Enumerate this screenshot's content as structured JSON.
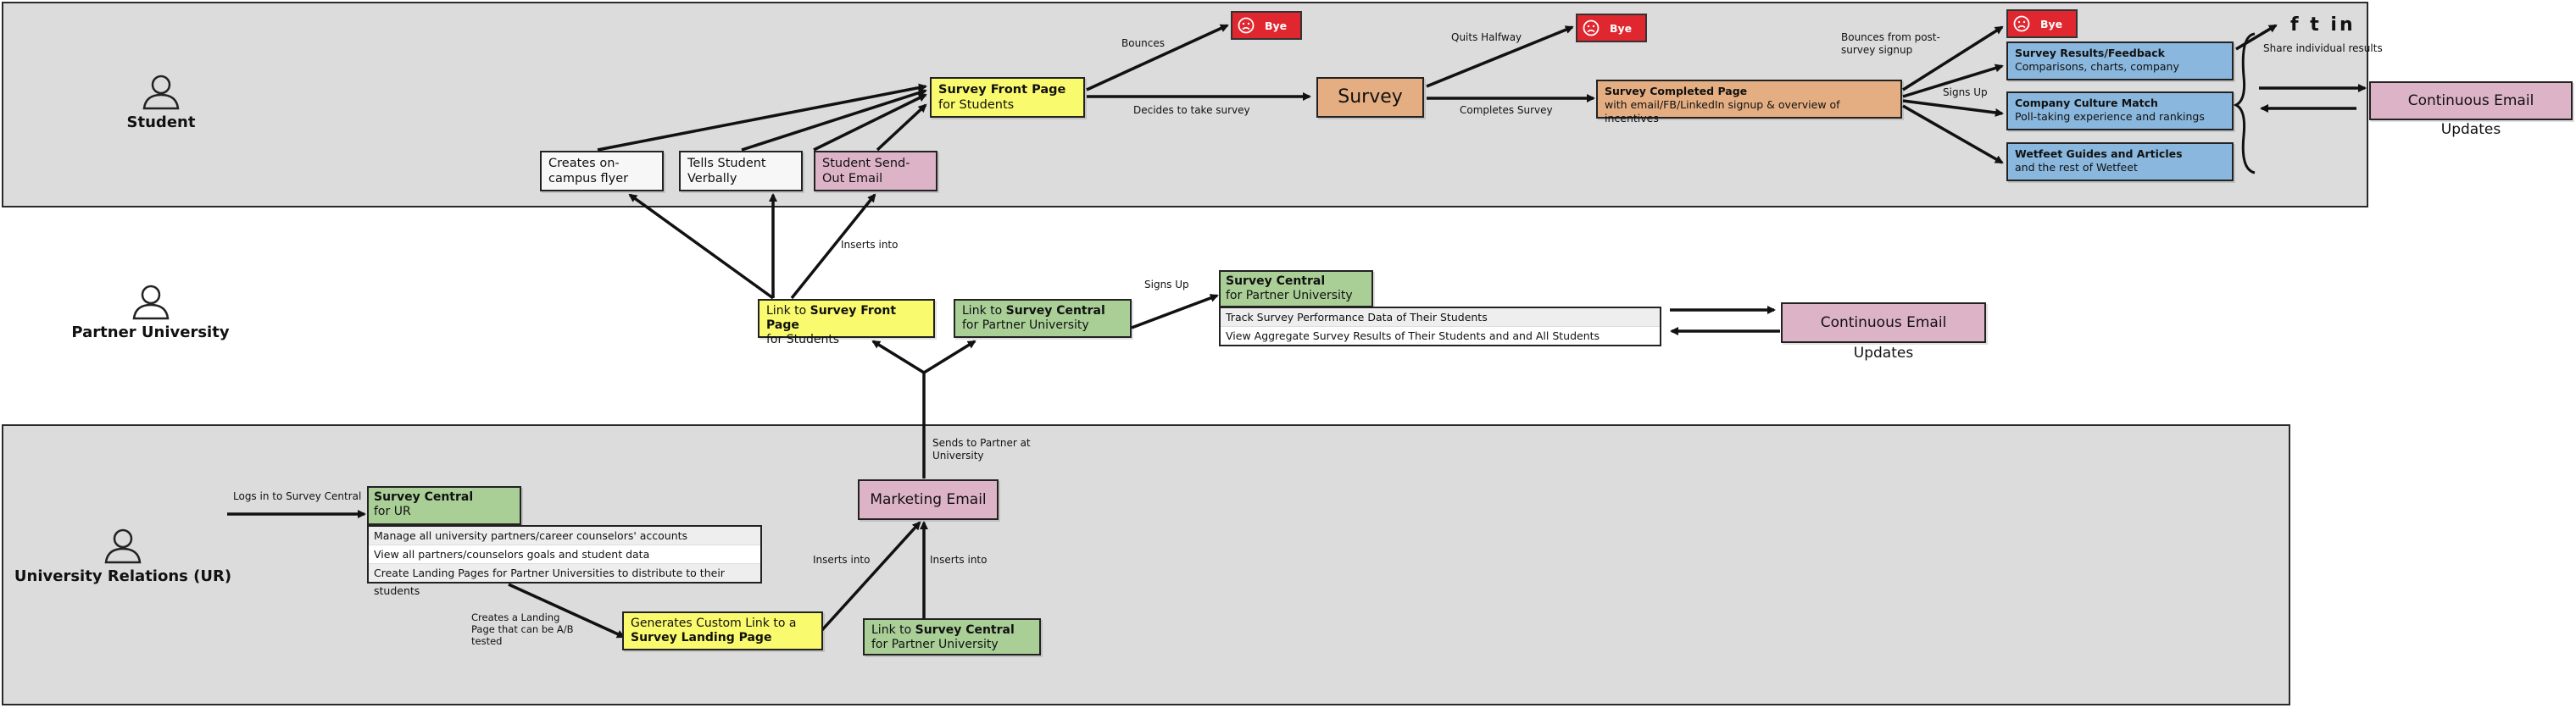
{
  "lanes": {
    "student": {
      "actor": "Student"
    },
    "partner": {
      "actor": "Partner University"
    },
    "ur": {
      "actor": "University Relations (UR)"
    }
  },
  "student": {
    "flyer": "Creates on-campus flyer",
    "verbal": "Tells Student Verbally",
    "sendout": "Student Send-Out Email",
    "front_page_bold": "Survey Front Page",
    "front_page_rest": "for Students",
    "bounces": "Bounces",
    "bye1": "Bye",
    "decides": "Decides to take survey",
    "survey": "Survey",
    "quits": "Quits Halfway",
    "bye2": "Bye",
    "completes": "Completes Survey",
    "completed_bold": "Survey Completed Page",
    "completed_rest": "with email/FB/LinkedIn signup & overview of incentives",
    "bounces_post": "Bounces from post-survey signup",
    "bye3": "Bye",
    "signs_up": "Signs Up",
    "results_bold": "Survey Results/Feedback",
    "results_rest": "Comparisons, charts, company",
    "culture_bold": "Company Culture Match",
    "culture_rest": "Poll-taking experience and rankings",
    "guides_bold": "Wetfeet Guides and Articles",
    "guides_rest": "and the rest of Wetfeet",
    "social_icons": "f t in",
    "share": "Share individual results",
    "email_updates": "Continuous Email Updates"
  },
  "partner": {
    "inserts_into": "Inserts into",
    "link_front_pre": "Link to ",
    "link_front_bold": "Survey Front Page",
    "link_front_rest": "for Students",
    "link_central_pre": "Link to ",
    "link_central_bold": "Survey Central",
    "link_central_rest": "for Partner University",
    "signs_up": "Signs Up",
    "central_title": "Survey Central",
    "central_sub": "for Partner University",
    "central_items": [
      "Track Survey Performance Data of Their Students",
      "View Aggregate Survey Results of Their Students and and All Students"
    ],
    "email_updates": "Continuous Email Updates"
  },
  "ur": {
    "logs_in": "Logs in to Survey Central",
    "central_title": "Survey Central",
    "central_sub": "for UR",
    "central_items": [
      "Manage all university partners/career counselors' accounts",
      "View all partners/counselors goals and student data",
      "Create Landing Pages for Partner Universities to distribute to their students"
    ],
    "creates_landing": "Creates a Landing Page that can be A/B tested",
    "custom_link_pre": "Generates Custom Link to a",
    "custom_link_bold": "Survey Landing Page",
    "inserts_into_1": "Inserts into",
    "marketing": "Marketing Email",
    "inserts_into_2": "Inserts into",
    "sends_to": "Sends to Partner at University",
    "link_central_pre": "Link to ",
    "link_central_bold": "Survey Central",
    "link_central_rest": "for Partner University"
  }
}
